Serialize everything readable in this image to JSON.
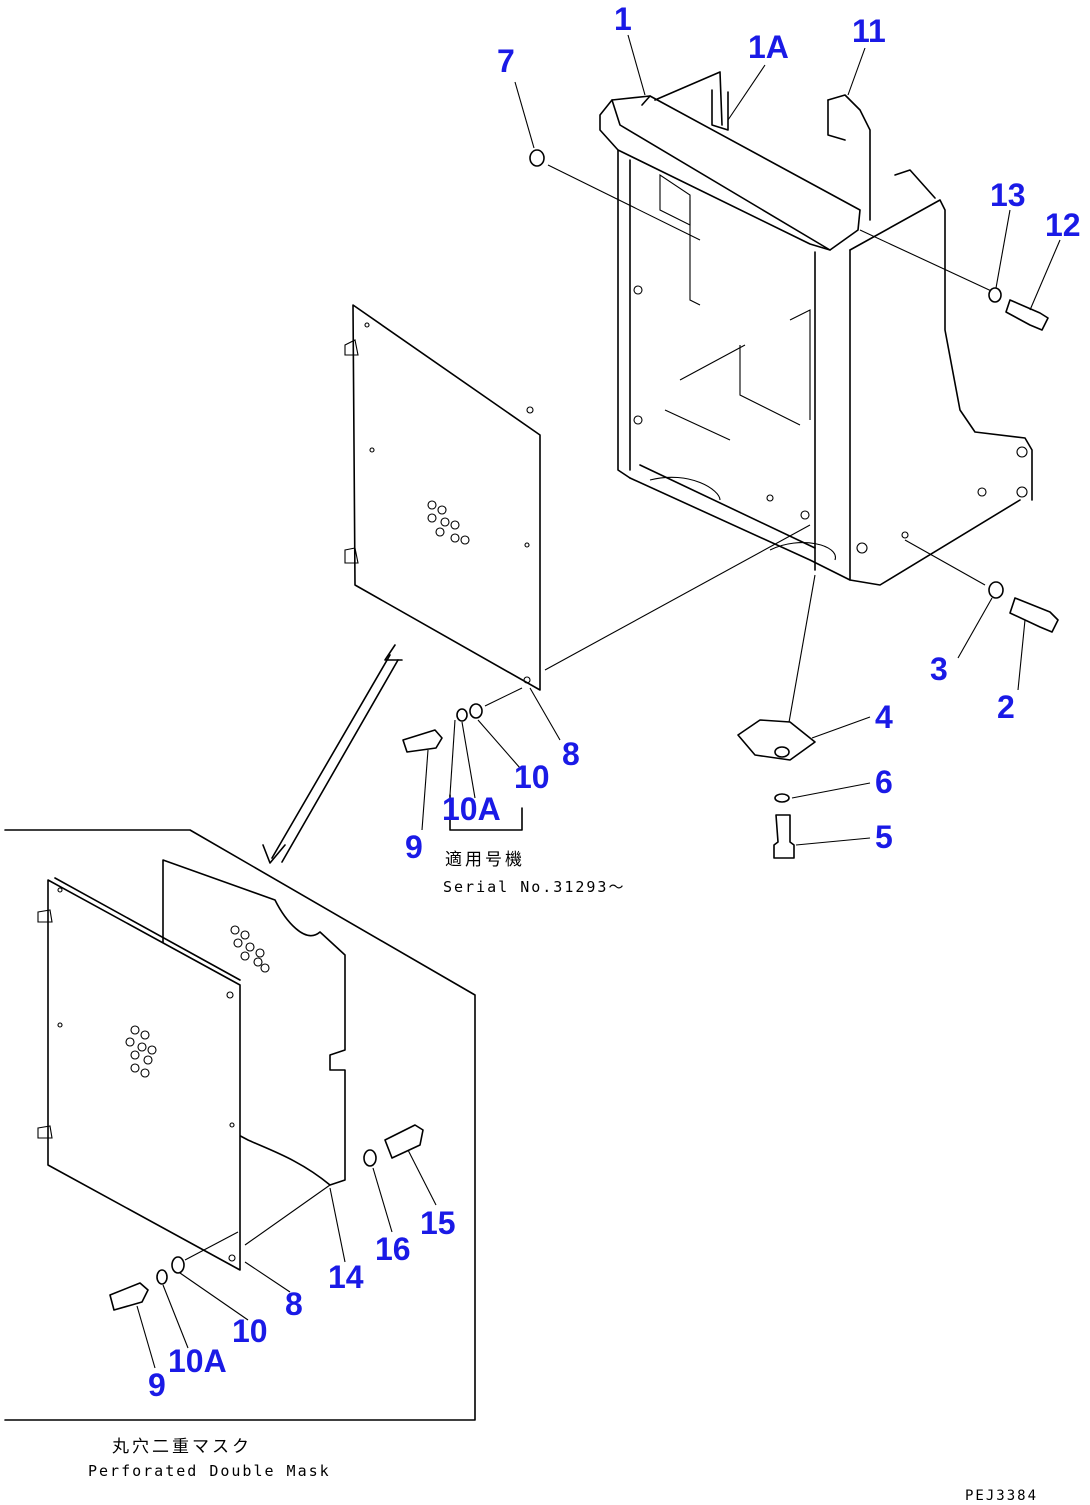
{
  "callouts": {
    "c1": "1",
    "c1A": "1A",
    "c11": "11",
    "c7": "7",
    "c13": "13",
    "c12": "12",
    "c3": "3",
    "c2": "2",
    "c4": "4",
    "c6": "6",
    "c5": "5",
    "c8a": "8",
    "c10a": "10",
    "c10Aa": "10A",
    "c9a": "9",
    "c14": "14",
    "c16": "16",
    "c15": "15",
    "c8b": "8",
    "c10b": "10",
    "c10Ab": "10A",
    "c9b": "9"
  },
  "notes": {
    "serial_jp": "適用号機",
    "serial_en": "Serial No.31293～",
    "mask_jp": "丸穴二重マスク",
    "mask_en": "Perforated Double Mask"
  },
  "drawing_code": "PEJ3384",
  "colors": {
    "callout": "#1a1ae6",
    "line": "#000000",
    "background": "#ffffff"
  }
}
